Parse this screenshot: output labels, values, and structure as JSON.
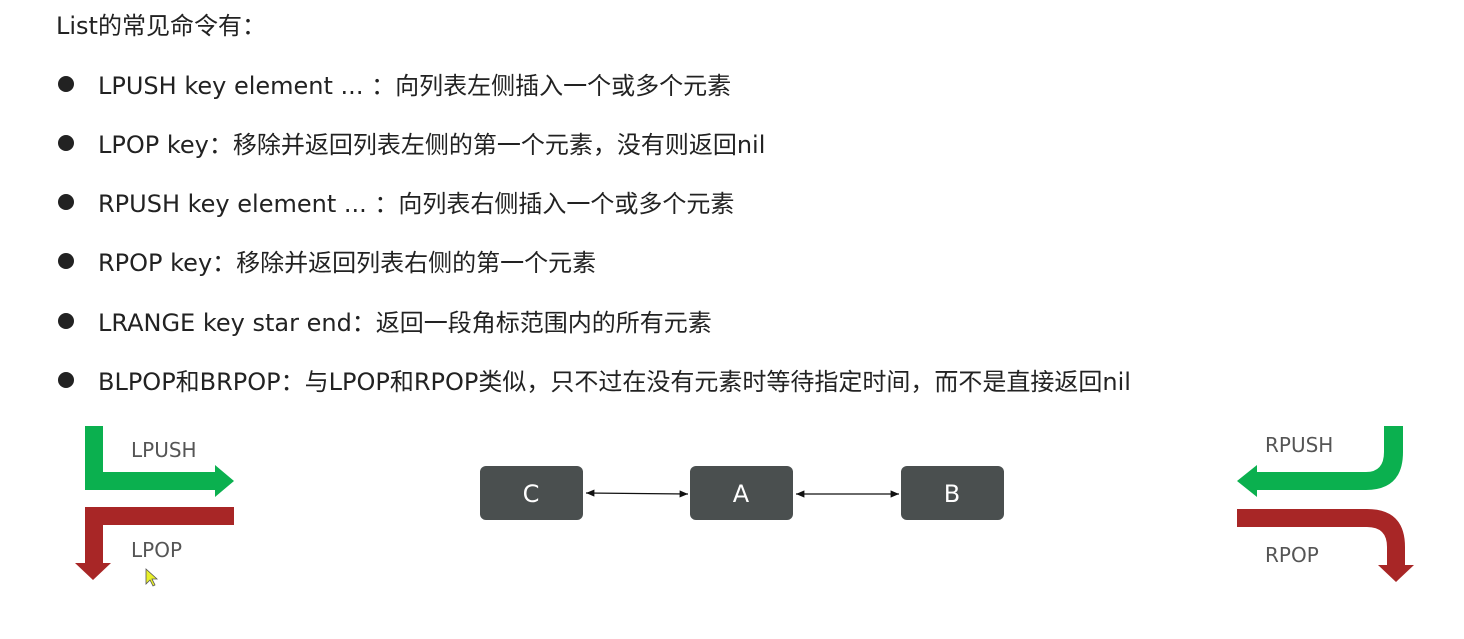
{
  "title": "List的常见命令有：",
  "commands": [
    "LPUSH key  element ... ：向列表左侧插入一个或多个元素",
    "LPOP key：移除并返回列表左侧的第一个元素，没有则返回nil",
    "RPUSH key  element ... ：向列表右侧插入一个或多个元素",
    "RPOP key：移除并返回列表右侧的第一个元素",
    "LRANGE key star end：返回一段角标范围内的所有元素",
    "BLPOP和BRPOP：与LPOP和RPOP类似，只不过在没有元素时等待指定时间，而不是直接返回nil"
  ],
  "diagram": {
    "lpush": "LPUSH",
    "lpop": "LPOP",
    "rpush": "RPUSH",
    "rpop": "RPOP",
    "nodes": [
      "C",
      "A",
      "B"
    ],
    "colors": {
      "push": "#0bb04f",
      "pop": "#a82626",
      "node": "#4a4f4f"
    }
  }
}
